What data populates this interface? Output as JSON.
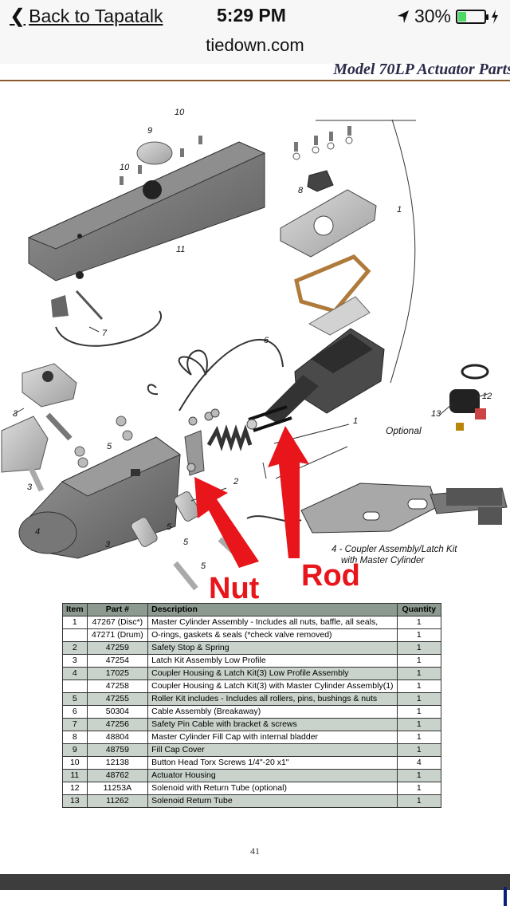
{
  "status_bar": {
    "back_label": "Back to Tapatalk",
    "time": "5:29 PM",
    "battery_percent": "30%",
    "battery_level": 0.3
  },
  "browser": {
    "url": "tiedown.com"
  },
  "document": {
    "title": "Model 70LP Actuator Parts",
    "page_number": "41",
    "callouts": {
      "n1a": "1",
      "n1b": "1",
      "n2": "2",
      "n3a": "3",
      "n3b": "3",
      "n3c": "3",
      "n4": "4",
      "n5a": "5",
      "n5b": "5",
      "n5c": "5",
      "n5d": "5",
      "n6": "6",
      "n7": "7",
      "n8": "8",
      "n9": "9",
      "n10a": "10",
      "n10b": "10",
      "n11": "11",
      "n12": "12",
      "n13": "13"
    },
    "optional_label": "Optional",
    "assembly_caption_line1": "4 - Coupler Assembly/Latch Kit",
    "assembly_caption_line2": "with Master Cylinder",
    "annotation_nut": "Nut",
    "annotation_rod": "Rod",
    "annotation_color": "#e8151b"
  },
  "parts_table": {
    "headers": {
      "item": "Item",
      "part": "Part #",
      "description": "Description",
      "quantity": "Quantity"
    },
    "rows": [
      {
        "item": "1",
        "part": "47267 (Disc*)",
        "description": "Master Cylinder Assembly - Includes all nuts, baffle, all seals,",
        "quantity": "1"
      },
      {
        "item": "",
        "part": "47271 (Drum)",
        "description": "O-rings, gaskets & seals (*check valve removed)",
        "quantity": "1"
      },
      {
        "item": "2",
        "part": "47259",
        "description": "Safety Stop & Spring",
        "quantity": "1"
      },
      {
        "item": "3",
        "part": "47254",
        "description": "Latch Kit Assembly Low Profile",
        "quantity": "1"
      },
      {
        "item": "4",
        "part": "17025",
        "description": "Coupler Housing & Latch Kit(3) Low Profile Assembly",
        "quantity": "1"
      },
      {
        "item": "",
        "part": "47258",
        "description": "Coupler Housing & Latch Kit(3) with Master Cylinder Assembly(1)",
        "quantity": "1"
      },
      {
        "item": "5",
        "part": "47255",
        "description": "Roller Kit includes - Includes all rollers, pins, bushings & nuts",
        "quantity": "1"
      },
      {
        "item": "6",
        "part": "50304",
        "description": "Cable Assembly (Breakaway)",
        "quantity": "1"
      },
      {
        "item": "7",
        "part": "47256",
        "description": "Safety Pin Cable with bracket & screws",
        "quantity": "1"
      },
      {
        "item": "8",
        "part": "48804",
        "description": "Master Cylinder Fill Cap with internal bladder",
        "quantity": "1"
      },
      {
        "item": "9",
        "part": "48759",
        "description": "Fill Cap Cover",
        "quantity": "1"
      },
      {
        "item": "10",
        "part": "12138",
        "description": "Button Head Torx Screws 1/4\"-20 x1\"",
        "quantity": "4"
      },
      {
        "item": "11",
        "part": "48762",
        "description": "Actuator Housing",
        "quantity": "1"
      },
      {
        "item": "12",
        "part": "11253A",
        "description": "Solenoid with Return Tube (optional)",
        "quantity": "1"
      },
      {
        "item": "13",
        "part": "11262",
        "description": "Solenoid Return Tube",
        "quantity": "1"
      }
    ]
  }
}
